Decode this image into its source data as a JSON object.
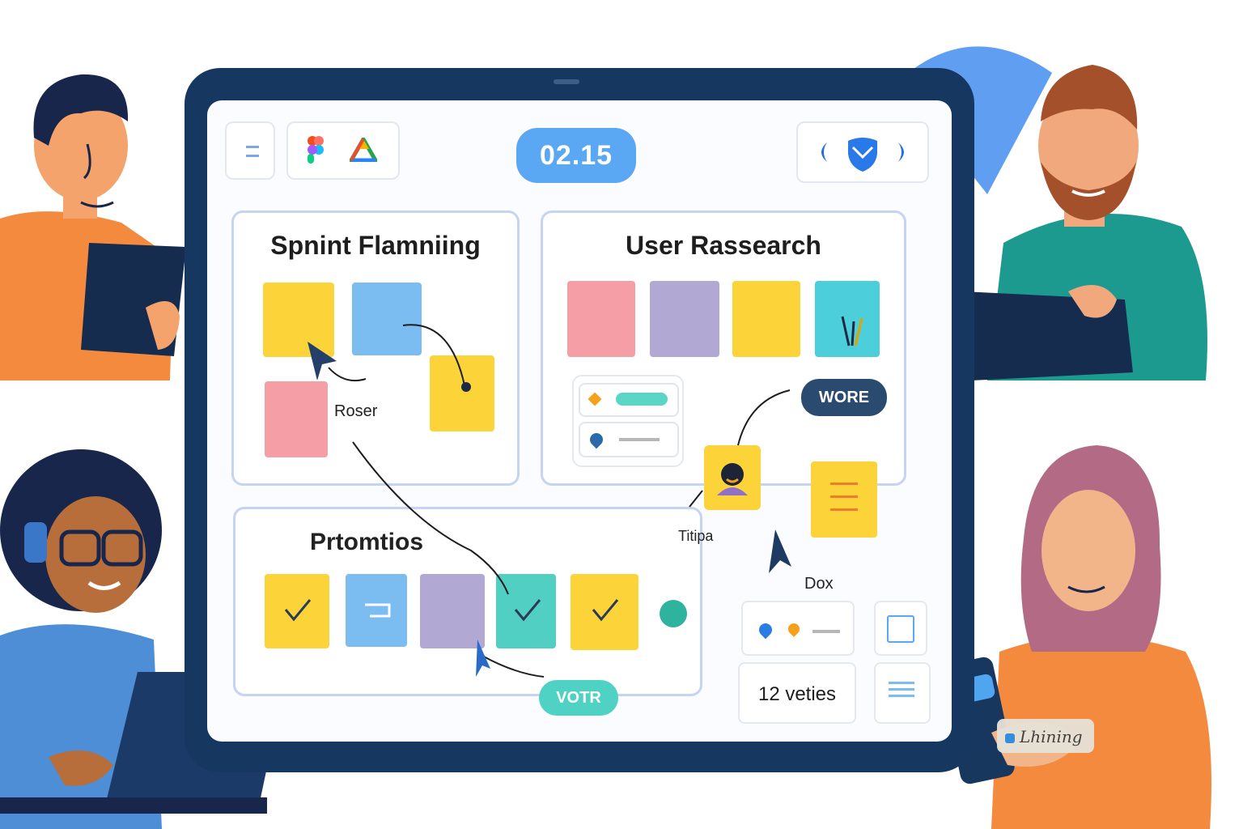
{
  "timer": "02.15",
  "panels": {
    "sprint_planning": {
      "title": "Spnint Flamniing",
      "note_label": "Roser"
    },
    "user_research": {
      "title": "User Rassearch",
      "tag": "WORE"
    },
    "priorities": {
      "title": "Prtomtios",
      "vote_label": "VOTR"
    }
  },
  "floating": {
    "avatar_label": "Titipa",
    "cursor_label": "Dox",
    "votes": "12 veties"
  },
  "phone_label": "Lhining",
  "colors": {
    "tablet_frame": "#16375f",
    "timer": "#5aa8f3",
    "tag_dark": "#2b4a6f",
    "vote_chip": "#4fd2c4"
  },
  "icons": {
    "menu": "menu-icon",
    "figma": "figma-logo-icon",
    "drive": "drive-logo-icon",
    "nav": "shield-nav-icon"
  }
}
